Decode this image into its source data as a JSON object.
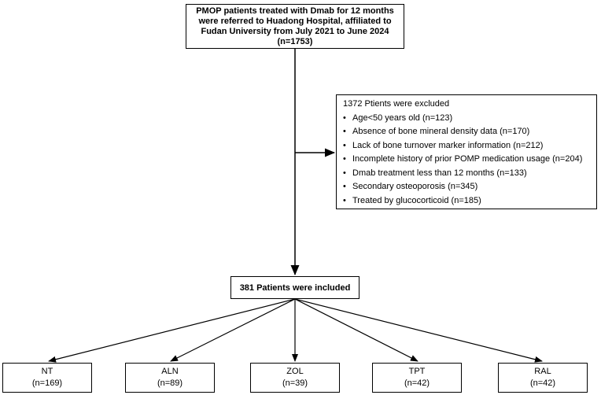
{
  "diagram": {
    "top_box": {
      "text": "PMOP patients treated with Dmab for 12 months\nwere referred to Huadong Hospital, affiliated to\nFudan University from July 2021 to June 2024\n(n=1753)"
    },
    "exclusion_box": {
      "title": "1372 Ptients were excluded",
      "bullet": "•",
      "items": [
        "Age<50 years old (n=123)",
        "Absence of bone mineral density data (n=170)",
        "Lack of bone turnover marker information (n=212)",
        "Incomplete history of prior POMP medication usage (n=204)",
        "Dmab treatment less than 12 months (n=133)",
        "Secondary osteoporosis (n=345)",
        "Treated by glucocorticoid (n=185)"
      ]
    },
    "included_box": {
      "text": "381 Patients were included"
    },
    "group_boxes": [
      {
        "label": "NT",
        "count": "(n=169)"
      },
      {
        "label": "ALN",
        "count": "(n=89)"
      },
      {
        "label": "ZOL",
        "count": "(n=39)"
      },
      {
        "label": "TPT",
        "count": "(n=42)"
      },
      {
        "label": "RAL",
        "count": "(n=42)"
      }
    ],
    "colors": {
      "border": "#000000",
      "text": "#000000",
      "background": "#ffffff"
    }
  }
}
